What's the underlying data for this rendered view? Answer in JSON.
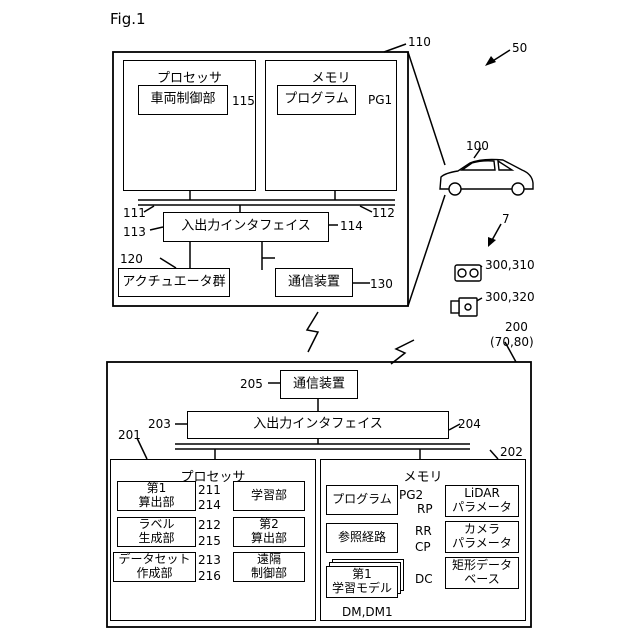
{
  "figure_label": "Fig.1",
  "system_ref": "50",
  "vehicle": {
    "ref": "100",
    "ecu": {
      "ref": "110",
      "processor": {
        "title": "プロセッサ",
        "ref": "111",
        "vehicle_control": {
          "label": "車両制御部",
          "ref": "115"
        }
      },
      "memory": {
        "title": "メモリ",
        "ref": "112",
        "program": {
          "label": "プログラム",
          "ref": "PG1"
        }
      },
      "io": {
        "label": "入出力インタフェイス",
        "ref_left": "113",
        "ref_right": "114"
      },
      "actuators": {
        "label": "アクチュエータ群",
        "ref": "120"
      },
      "comm": {
        "label": "通信装置",
        "ref": "130"
      }
    }
  },
  "sensors": {
    "ref": "7",
    "stereo_camera_ref": "300,310",
    "lidar_ref": "300,320"
  },
  "server": {
    "ref": "200",
    "ref_alt": "(70,80)",
    "comm": {
      "label": "通信装置",
      "ref": "205"
    },
    "io": {
      "label": "入出力インタフェイス",
      "ref_left": "203",
      "ref_right": "204"
    },
    "processor": {
      "title": "プロセッサ",
      "ref": "201",
      "units": [
        {
          "label": "第1\n算出部",
          "ref": "211"
        },
        {
          "label": "学習部",
          "ref": "214"
        },
        {
          "label": "ラベル\n生成部",
          "ref": "212"
        },
        {
          "label": "第2\n算出部",
          "ref": "215"
        },
        {
          "label": "データセット\n作成部",
          "ref": "213"
        },
        {
          "label": "遠隔\n制御部",
          "ref": "216"
        }
      ]
    },
    "memory": {
      "title": "メモリ",
      "ref": "202",
      "program": {
        "label": "プログラム",
        "ref": "PG2"
      },
      "lidar_params": {
        "label": "LiDAR\nパラメータ",
        "ref": "RP"
      },
      "ref_route": {
        "label": "参照経路",
        "ref": "RR"
      },
      "camera_params": {
        "label": "カメラ\nパラメータ",
        "ref": "CP"
      },
      "model": {
        "label": "第1\n学習モデル",
        "ref": "DM,DM1"
      },
      "rect_db": {
        "label": "矩形データ\nベース",
        "ref": "DC"
      }
    }
  }
}
